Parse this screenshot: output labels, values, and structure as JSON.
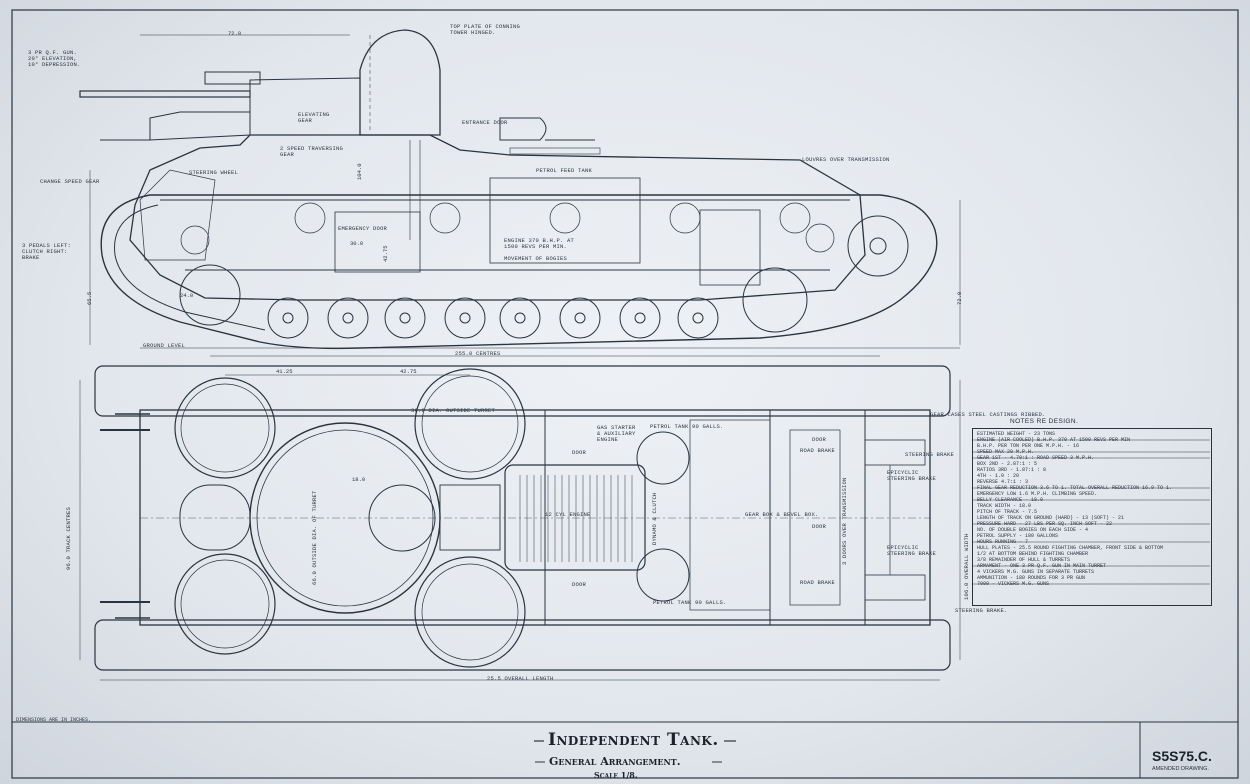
{
  "drawing": {
    "title": "Independent Tank.",
    "subtitle": "General Arrangement.",
    "scale": "Scale 1/8.",
    "number": "S5S75.C.",
    "amended": "Amended Drawing.",
    "dimensions_note": "Dimensions are in inches."
  },
  "side_view": {
    "labels": [
      {
        "id": "gun-note",
        "text": "3 PR Q.F. GUN. 20° ELEVATION, 10° DEPRESSION."
      },
      {
        "id": "top-plate",
        "text": "TOP PLATE OF CONNING TOWER HINGED."
      },
      {
        "id": "entrance-door",
        "text": "ENTRANCE DOOR"
      },
      {
        "id": "elevating-gear",
        "text": "ELEVATING GEAR"
      },
      {
        "id": "traversing-gear",
        "text": "2 SPEED TRAVERSING GEAR"
      },
      {
        "id": "steering-wheel",
        "text": "STEERING WHEEL"
      },
      {
        "id": "change-speed",
        "text": "CHANGE SPEED GEAR"
      },
      {
        "id": "pedals",
        "text": "3 PEDALS LEFT: CLUTCH RIGHT: BRAKE"
      },
      {
        "id": "emergency-door",
        "text": "EMERGENCY DOOR"
      },
      {
        "id": "petrol-feed",
        "text": "PETROL FEED TANK"
      },
      {
        "id": "louvres",
        "text": "LOUVRES OVER TRANSMISSION"
      },
      {
        "id": "engine",
        "text": "ENGINE 370 B.H.P. AT 1500 REVS PER MIN."
      },
      {
        "id": "bogies",
        "text": "MOVEMENT OF BOGIES"
      },
      {
        "id": "ground",
        "text": "GROUND LEVEL"
      },
      {
        "id": "centres",
        "text": "255.0 CENTRES"
      }
    ],
    "dims": [
      "72.0",
      "104.0",
      "30.0",
      "24.0",
      "42.75",
      "65.5",
      "72.0"
    ]
  },
  "plan_view": {
    "labels": [
      {
        "id": "gear-cases",
        "text": "GEAR CASES STEEL CASTINGS RIBBED."
      },
      {
        "id": "petrol-tank-top",
        "text": "PETROL TANK 90 GALLS."
      },
      {
        "id": "petrol-tank-bottom",
        "text": "PETROL TANK 90 GALLS."
      },
      {
        "id": "gearbox",
        "text": "GEAR BOX & BEVEL BOX."
      },
      {
        "id": "louvres-doors",
        "text": "3 DOORS OVER TRANSMISSION"
      },
      {
        "id": "road-brake-top",
        "text": "ROAD BRAKE"
      },
      {
        "id": "road-brake-bottom",
        "text": "ROAD BRAKE"
      },
      {
        "id": "steering-brake-top",
        "text": "STEERING BRAKE"
      },
      {
        "id": "steering-brake-bottom",
        "text": "STEERING BRAKE."
      },
      {
        "id": "epicyclic-top",
        "text": "EPICYCLIC STEERING BRAKE"
      },
      {
        "id": "epicyclic-bottom",
        "text": "EPICYCLIC STEERING BRAKE"
      },
      {
        "id": "cylinder",
        "text": "12 CYL ENGINE"
      },
      {
        "id": "gas-starter",
        "text": "GAS STARTER & AUXILIARY ENGINE"
      },
      {
        "id": "door-1",
        "text": "DOOR"
      },
      {
        "id": "door-2",
        "text": "DOOR"
      },
      {
        "id": "door-3",
        "text": "DOOR"
      },
      {
        "id": "door-4",
        "text": "DOOR"
      },
      {
        "id": "dynamo-clutch",
        "text": "DYNAMO & CLUTCH"
      },
      {
        "id": "overall-length",
        "text": "25.5 OVERALL LENGTH"
      },
      {
        "id": "track-centres",
        "text": "96.0 TRACK CENTRES"
      },
      {
        "id": "overall-width",
        "text": "106.0 OVERALL WIDTH"
      },
      {
        "id": "turret-dia",
        "text": "39.0 DIA. OUTSIDE TURRET"
      },
      {
        "id": "main-turret",
        "text": "66.0 OUTSIDE DIA. OF TURRET"
      }
    ],
    "dims": [
      "41.25",
      "42.75",
      "18.0"
    ]
  },
  "notes": {
    "title": "NOTES RE DESIGN.",
    "rows": [
      "ESTIMATED WEIGHT - 23 TONS",
      "ENGINE (AIR COOLED) B.H.P. 370 AT 1500 REVS PER MIN",
      "B.H.P. PER TON PER ONE M.P.H. - 16",
      "SPEED MAX 20 M.P.H.",
      "GEAR 1ST - 4.70:1 : ROAD SPEED 3 M.P.H.",
      "BOX 2ND - 2.87:1 : 5",
      "RATIOS 3RD - 1.87:1 : 8",
      "4TH - 1.0 : 20",
      "REVERSE 4.7:1 : 3",
      "FINAL GEAR REDUCTION 3.6 TO 1. TOTAL OVERALL REDUCTION 16.9 TO 1.",
      "EMERGENCY LOW 1.6 M.P.H. CLIMBING SPEED.",
      "BELLY CLEARANCE - 18.0",
      "TRACK WIDTH - 18.0",
      "PITCH OF TRACK - 7.5",
      "LENGTH OF TRACK ON GROUND (HARD) - 13 (SOFT) - 21",
      "PRESSURE HARD - 27 LBS PER SQ. INCH SOFT - 22",
      "NO. OF DOUBLE BOGIES ON EACH SIDE - 4",
      "PETROL SUPPLY - 180 GALLONS",
      "HOURS RUNNING - 7",
      "HULL PLATES - 25.5 ROUND FIGHTING CHAMBER, FRONT SIDE & BOTTOM",
      "1/2 AT BOTTOM BEHIND FIGHTING CHAMBER",
      "3/8 REMAINDER OF HULL & TURRETS",
      "ARMAMENT - ONE 3 PR Q.F. GUN IN MAIN TURRET",
      "4 VICKERS M.G. GUNS IN SEPARATE TURRETS",
      "AMMUNITION - 180 ROUNDS FOR 3 PR GUN",
      "7000 - VICKERS M.G. GUNS"
    ]
  },
  "colors": {
    "line": "#2a3440",
    "paper": "#e6eaef"
  }
}
